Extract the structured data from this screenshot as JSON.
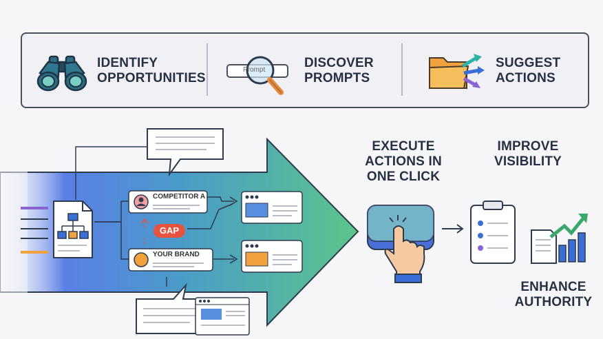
{
  "steps": [
    {
      "line1": "IDENTIFY",
      "line2": "OPPORTUNITIES",
      "icon": "binoculars-icon"
    },
    {
      "line1": "DISCOVER",
      "line2": "PROMPTS",
      "icon": "magnifier-search-icon",
      "search_text": "Prompt"
    },
    {
      "line1": "SUGGEST",
      "line2": "ACTIONS",
      "icon": "folder-arrows-icon"
    }
  ],
  "flow": {
    "competitor_label": "COMPETITOR A",
    "brand_label": "YOUR BRAND",
    "gap_label": "GAP"
  },
  "execute": {
    "line1": "EXECUTE",
    "line2": "ACTIONS IN",
    "line3": "ONE CLICK"
  },
  "improve": {
    "line1": "IMPROVE",
    "line2": "VISIBILITY"
  },
  "enhance": {
    "line1": "ENHANCE",
    "line2": "AUTHORITY"
  },
  "colors": {
    "arrow_start": "#2f57d8",
    "arrow_end": "#55c08a",
    "gap": "#e8533f",
    "accent_orange": "#f2a23c",
    "accent_purple": "#8a63d2"
  }
}
